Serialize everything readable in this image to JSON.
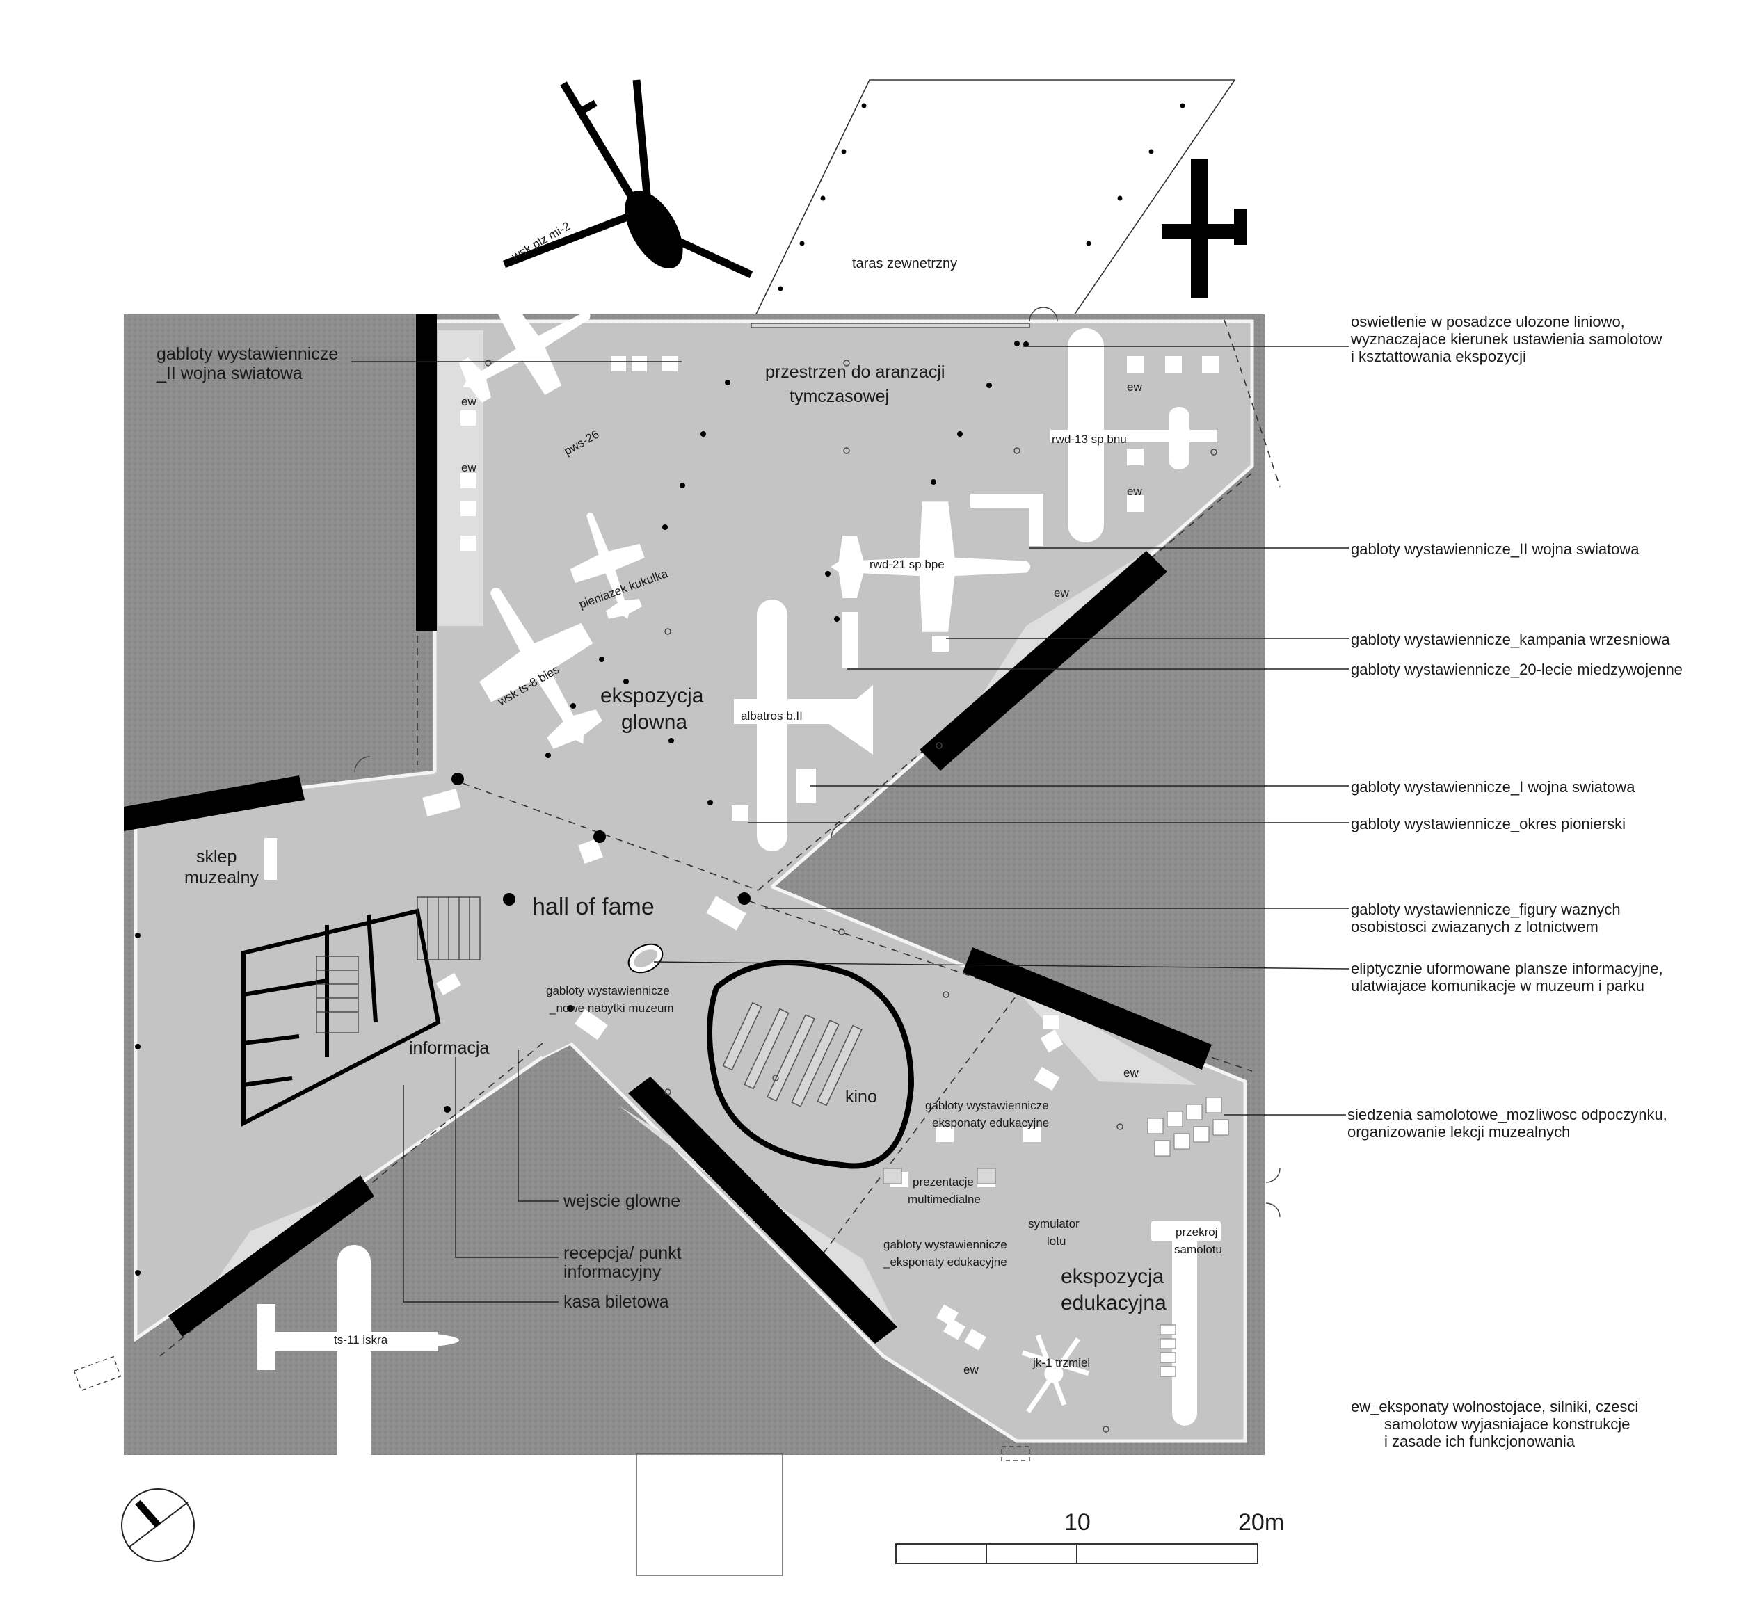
{
  "labels": {
    "taras": "taras zewnetrzny",
    "heli": "wsk plz mi-2",
    "gabloty_ww2_left_1": "gabloty wystawiennicze",
    "gabloty_ww2_left_2": "_II wojna swiatowa",
    "przestrzen_1": "przestrzen do aranzacji",
    "przestrzen_2": "tymczasowej",
    "ew": "ew",
    "pws26": "pws-26",
    "pieniazek": "pieniazek kukulka",
    "ts8": "wsk ts-8 bies",
    "rwd13": "rwd-13 sp bnu",
    "rwd21": "rwd-21 sp bpe",
    "albatros": "albatros b.II",
    "ekspo_glowna_1": "ekspozycja",
    "ekspo_glowna_2": "glowna",
    "sklep_1": "sklep",
    "sklep_2": "muzealny",
    "hall": "hall of fame",
    "nabytki_1": "gabloty wystawiennicze",
    "nabytki_2": "_nowe nabytki muzeum",
    "informacja": "informacja",
    "kino": "kino",
    "edu_1_a": "gabloty wystawiennicze",
    "edu_1_b": "eksponaty edukacyjne",
    "prezent_1": "prezentacje",
    "prezent_2": "multimedialne",
    "symulator_1": "symulator",
    "symulator_2": "lotu",
    "przekroj_1": "przekroj",
    "przekroj_2": "samolotu",
    "edu_2_a": "gabloty wystawiennicze",
    "edu_2_b": "_eksponaty edukacyjne",
    "ekspo_edu_1": "ekspozycja",
    "ekspo_edu_2": "edukacyjna",
    "jk1": "jk-1 trzmiel",
    "ts11": "ts-11 iskra",
    "wejscie": "wejscie glowne",
    "recepcja_1": "recepcja/ punkt",
    "recepcja_2": "informacyjny",
    "kasa": "kasa biletowa"
  },
  "annotations": {
    "oswietlenie_1": "oswietlenie w posadzce ulozone liniowo,",
    "oswietlenie_2": "wyznaczajace kierunek ustawienia samolotow",
    "oswietlenie_3": "i ksztattowania ekspozycji",
    "ww2": "gabloty wystawiennicze_II wojna swiatowa",
    "wrzesniowa": "gabloty wystawiennicze_kampania wrzesniowa",
    "dwudziestolecie": "gabloty wystawiennicze_20-lecie miedzywojenne",
    "ww1": "gabloty wystawiennicze_I wojna swiatowa",
    "pionierski": "gabloty wystawiennicze_okres pionierski",
    "figury_1": "gabloty wystawiennicze_figury waznych",
    "figury_2": "osobistosci zwiazanych z lotnictwem",
    "eliptyczne_1": "eliptycznie uformowane plansze informacyjne,",
    "eliptyczne_2": "ulatwiajace komunikacje w muzeum i parku",
    "siedzenia_1": "siedzenia samolotowe_mozliwosc odpoczynku,",
    "siedzenia_2": "organizowanie lekcji muzealnych",
    "ew_1": "ew_eksponaty wolnostojace, silniki, czesci",
    "ew_2": "samolotow wyjasniajace konstrukcje",
    "ew_3": "i zasade ich funkcjonowania"
  },
  "scale": {
    "mark_10": "10",
    "mark_20": "20m"
  },
  "colors": {
    "ground": "#8d8d8d",
    "floor": "#c3c3c3",
    "wall": "#000000",
    "exhibit": "#ffffff"
  }
}
